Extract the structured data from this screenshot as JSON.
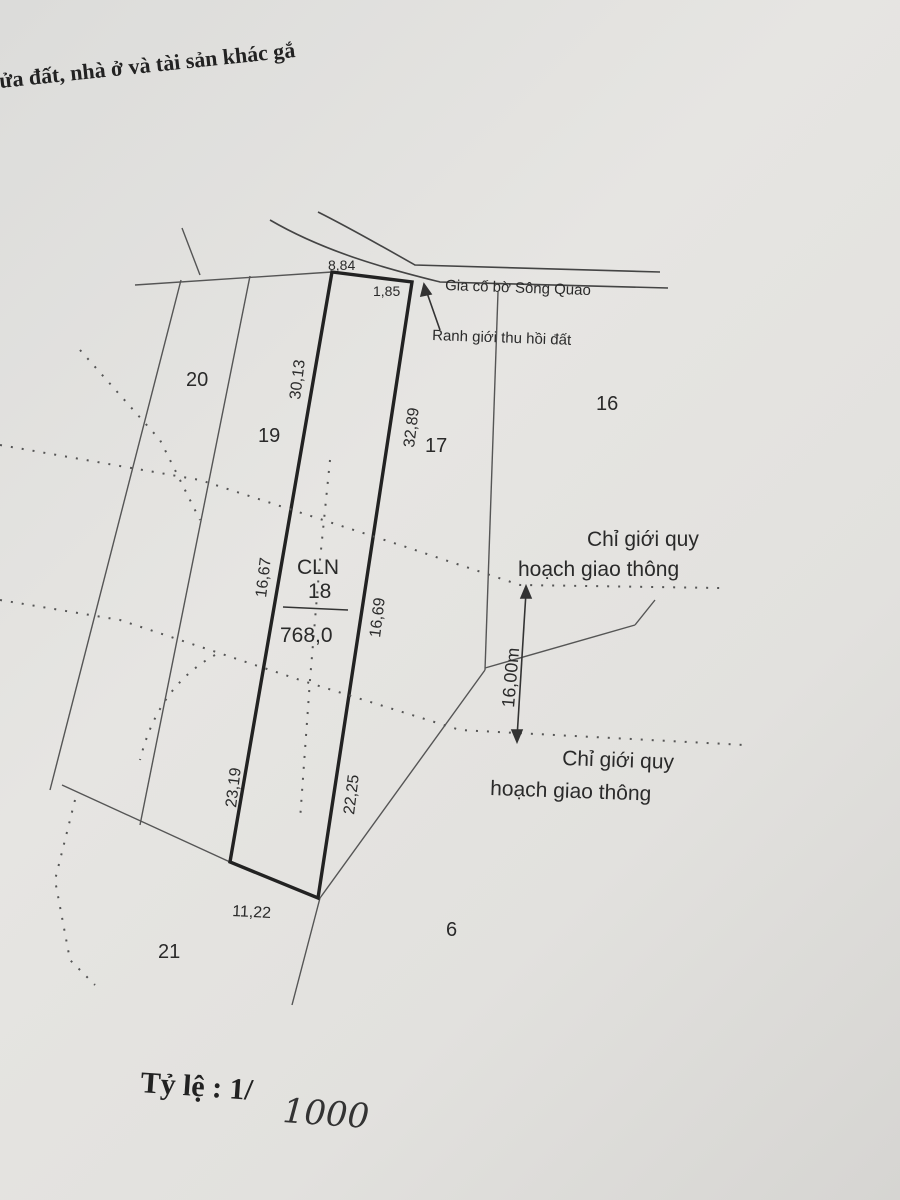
{
  "header": {
    "text": "ửa đất, nhà ở và tài sản khác gắ"
  },
  "parcel": {
    "land_type": "CLN",
    "number": "18",
    "area": "768,0"
  },
  "neighbors": [
    "20",
    "19",
    "17",
    "16",
    "21",
    "6"
  ],
  "dimensions": {
    "top": "8,84",
    "top_right": "1,85",
    "left_upper": "30,13",
    "left_middle": "16,67",
    "left_lower": "23,19",
    "right_upper": "32,89",
    "right_middle": "16,69",
    "right_lower": "22,25",
    "bottom": "11,22",
    "corridor": "16,00m"
  },
  "annotations": {
    "river": "Gia cố bờ Sông Quao",
    "recovery": "Ranh giới thu hồi đất",
    "boundary1_line1": "Chỉ giới quy",
    "boundary1_line2": "hoạch giao thông",
    "boundary2_line1": "Chỉ giới quy",
    "boundary2_line2": "hoạch giao thông"
  },
  "scale": {
    "label": "Tỷ lệ : 1/",
    "value": "1000"
  }
}
